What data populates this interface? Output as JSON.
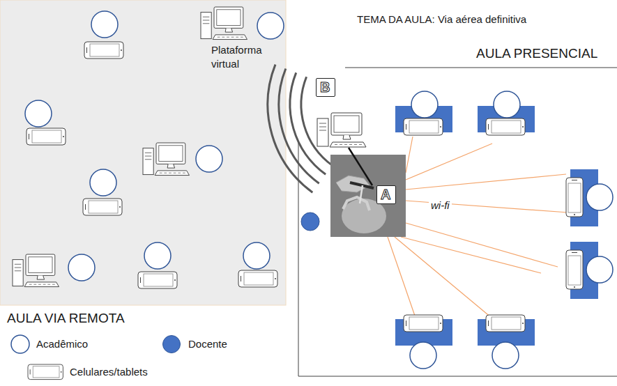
{
  "diagram": {
    "title": "TEMA DA AULA: Via aérea definitiva",
    "nodes": [
      {
        "text": [
          "AULA VIA REMOTA"
        ]
      },
      {
        "text": [
          "AULA PRESENCIAL"
        ]
      },
      {
        "text": [
          "A"
        ],
        "in": 1
      },
      {
        "text": [
          "B"
        ],
        "in": 1
      }
    ],
    "labels": [
      "Plataforma virtual",
      "wi-fi"
    ],
    "legend": [
      {
        "text": "Acadêmico"
      },
      {
        "text": "Docente",
        "color": "#4472c4"
      },
      {
        "text": "Celulares/tablets"
      }
    ]
  }
}
